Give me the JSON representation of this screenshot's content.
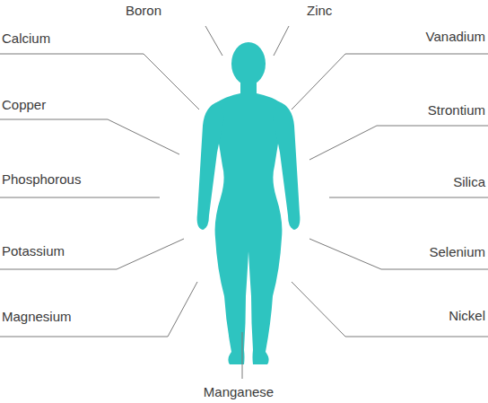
{
  "diagram": {
    "labels": [
      "Boron",
      "Zinc",
      "Calcium",
      "Vanadium",
      "Copper",
      "Strontium",
      "Phosphorous",
      "Silica",
      "Potassium",
      "Selenium",
      "Magnesium",
      "Nickel",
      "Manganese"
    ]
  }
}
